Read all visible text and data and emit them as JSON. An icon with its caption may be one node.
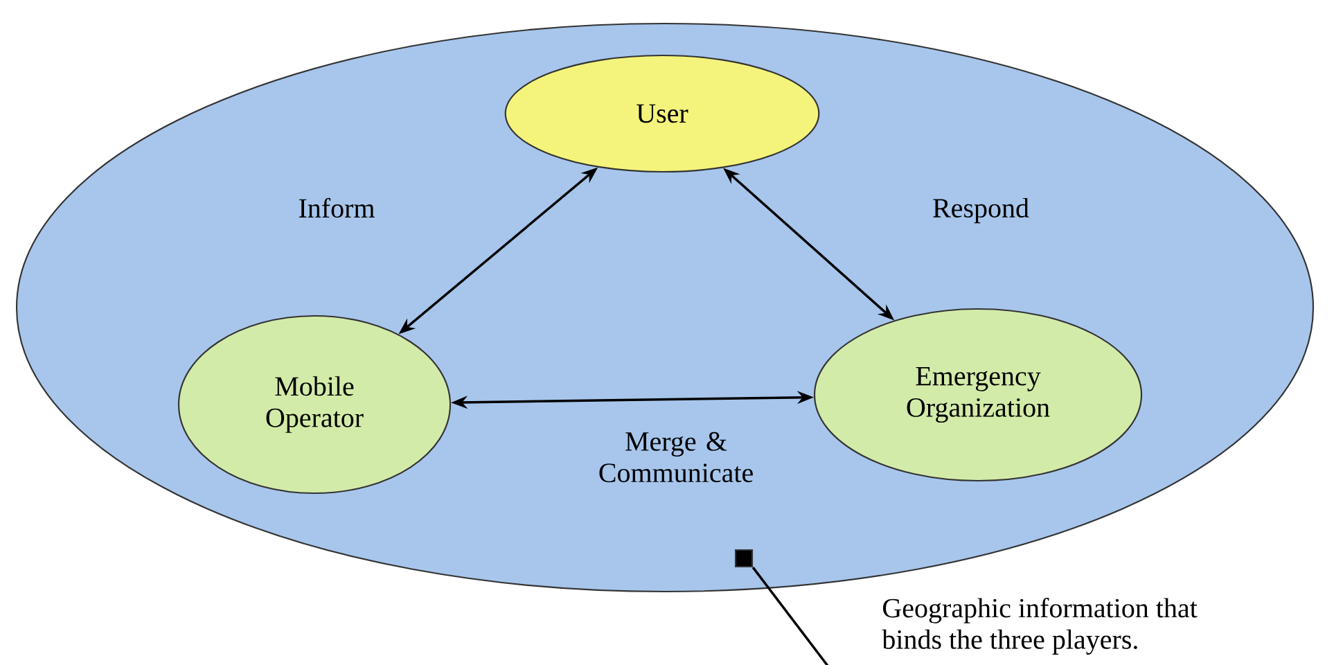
{
  "diagram": {
    "nodes": [
      {
        "text": [],
        "shape": "ellipse"
      },
      {
        "text": [
          "User"
        ],
        "in": 0
      },
      {
        "text": [
          "Mobile Operator"
        ],
        "in": 0
      },
      {
        "text": [
          "Emergency Organization"
        ],
        "in": 0
      },
      {
        "text": [],
        "shape": "box",
        "in": 0
      },
      {
        "text": [
          "Geographic information that binds the three players."
        ]
      }
    ],
    "edges": [
      {
        "from": 1,
        "to": 2,
        "arrow": "both",
        "label": "Inform"
      },
      {
        "from": 1,
        "to": 3,
        "arrow": "both",
        "label": "Respond"
      },
      {
        "from": 2,
        "to": 3,
        "arrow": "both",
        "label": "Merge & Communicate"
      },
      {
        "from": 5,
        "to": 4,
        "arrow": "none"
      }
    ]
  }
}
